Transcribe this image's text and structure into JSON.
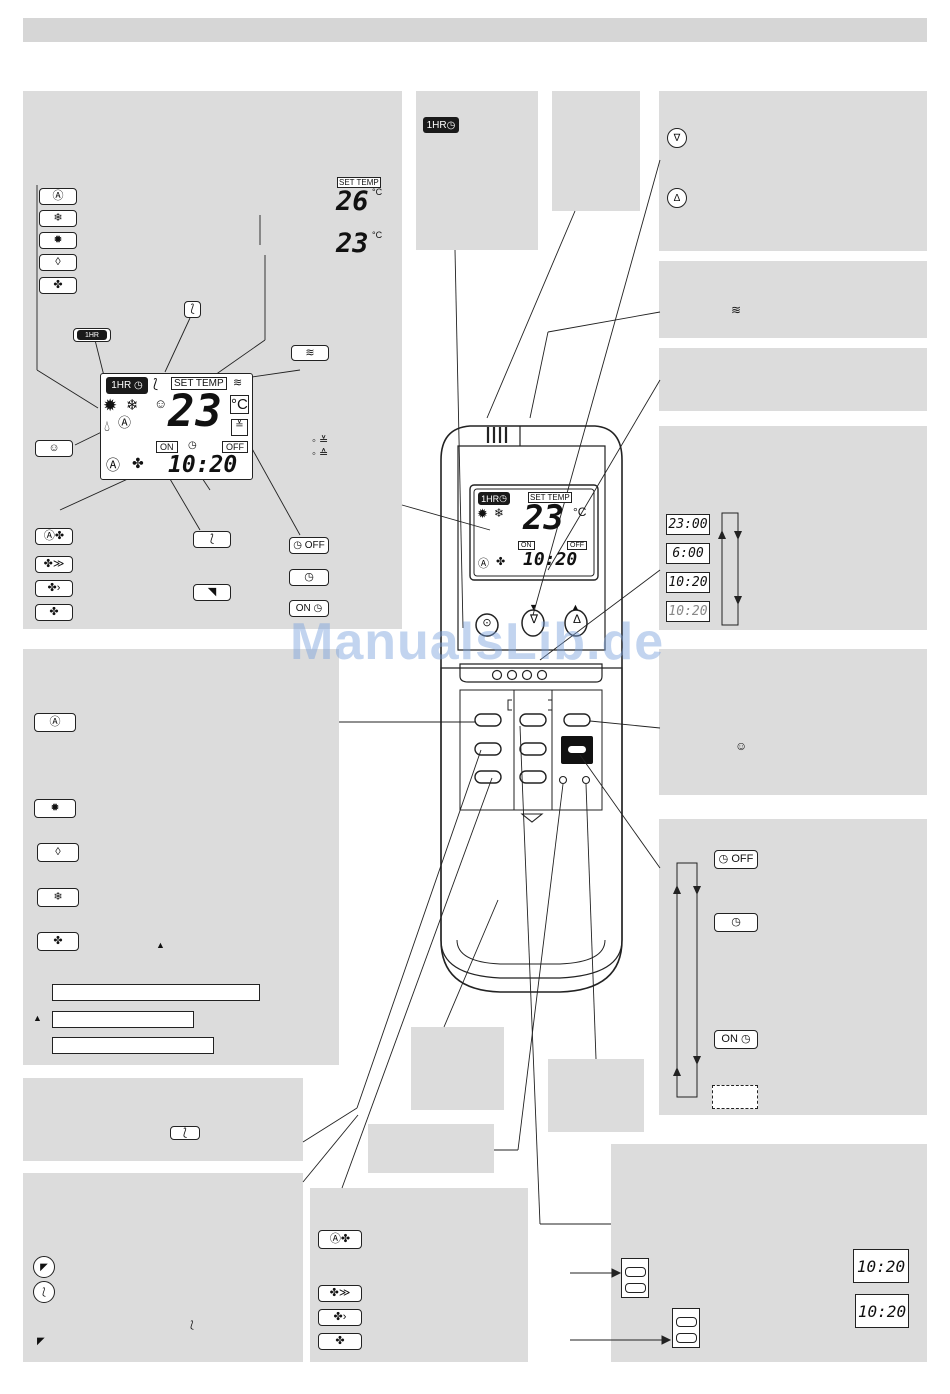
{
  "display": {
    "hour_badge": "1HR",
    "set_temp_label": "SET TEMP",
    "temp_value": "23",
    "temp_unit": "°C",
    "clock": "10:20",
    "on_label": "ON",
    "off_label": "OFF"
  },
  "set_temp_examples": {
    "label": "SET TEMP",
    "high_value": "26",
    "low_value": "23",
    "unit": "°C"
  },
  "timer_display_cycle": [
    "23:00",
    "6:00",
    "10:20",
    "10:20"
  ],
  "timer_buttons": {
    "off": "OFF",
    "on": "ON"
  },
  "clock_examples": [
    "10:20",
    "10:20"
  ],
  "watermark": "ManualsLib.de",
  "icons": {
    "auto": "auto-mode-icon",
    "heat": "heat-mode-icon",
    "dry": "dry-mode-icon",
    "cool": "cool-mode-icon",
    "fan": "fan-mode-icon",
    "swing": "swing-icon",
    "sleep": "sleep-face-icon",
    "signal": "signal-icon"
  }
}
